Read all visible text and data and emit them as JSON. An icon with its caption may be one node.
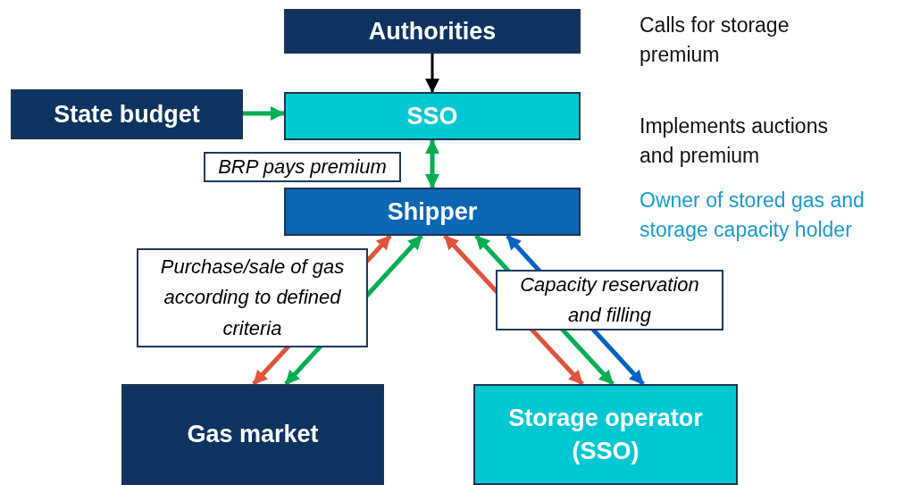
{
  "diagram": {
    "nodes": [
      {
        "text": [
          "Authorities"
        ],
        "beside": [
          "Calls for storage premium"
        ]
      },
      {
        "text": [
          "State budget"
        ]
      },
      {
        "text": [
          "SSO"
        ],
        "beside": [
          "Implements auctions and premium"
        ]
      },
      {
        "text": [
          "Shipper"
        ]
      },
      {
        "text": [
          "Gas market"
        ]
      },
      {
        "text": [
          "Storage operator (SSO)"
        ]
      }
    ],
    "edges": [
      {
        "from": 0,
        "to": 2,
        "arrow": "to",
        "color": "#000000"
      },
      {
        "from": 1,
        "to": 2,
        "arrow": "to"
      },
      {
        "from": 2,
        "to": 3,
        "arrow": "both",
        "label": "BRP pays premium"
      },
      {
        "from": 3,
        "to": 4,
        "arrow": "both",
        "color": "#e0533d"
      },
      {
        "from": 3,
        "to": 4,
        "arrow": "both",
        "label": "Purchase/sale of gas according to defined criteria"
      },
      {
        "from": 3,
        "to": 5,
        "arrow": "both",
        "color": "#e0533d"
      },
      {
        "from": 3,
        "to": 5,
        "arrow": "both",
        "label": "Capacity reservation and filling"
      },
      {
        "from": 3,
        "to": 5,
        "arrow": "both",
        "color": "#0563c1"
      }
    ],
    "labels": [
      "Owner of stored gas and storage capacity holder"
    ]
  }
}
